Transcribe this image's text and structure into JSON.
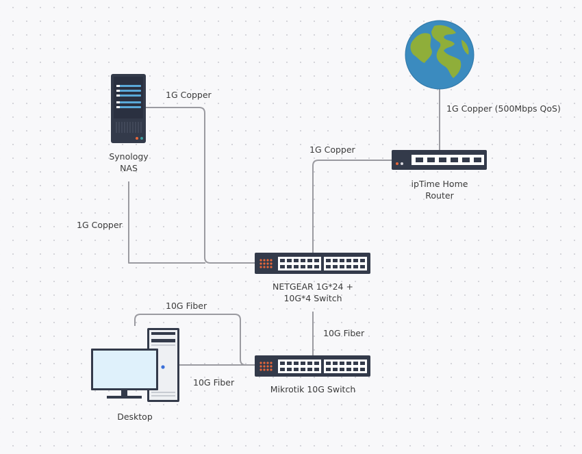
{
  "nodes": {
    "nas": {
      "line1": "Synology",
      "line2": "NAS"
    },
    "router": {
      "line1": "ipTime Home",
      "line2": "Router"
    },
    "netgear": {
      "line1": "NETGEAR 1G*24 +",
      "line2": "10G*4 Switch"
    },
    "mikrotik": {
      "line1": "Mikrotik 10G Switch"
    },
    "desktop": {
      "line1": "Desktop"
    },
    "internet": {
      "icon": "globe-icon"
    }
  },
  "edges": {
    "internet_router": "1G Copper (500Mbps QoS)",
    "router_netgear": "1G Copper",
    "nas_netgear_a": "1G Copper",
    "nas_netgear_b": "1G Copper",
    "desktop_mikrotik_a": "10G Fiber",
    "desktop_mikrotik_b": "10G Fiber",
    "netgear_mikrotik": "10G Fiber"
  },
  "colors": {
    "line": "#9a9aa0",
    "device_dark": "#333a4a",
    "port_fill": "#ffffff",
    "led_orange": "#e8673a",
    "ocean": "#3b8bbf",
    "land": "#8fae3a",
    "monitor_screen": "#dff1fb"
  }
}
